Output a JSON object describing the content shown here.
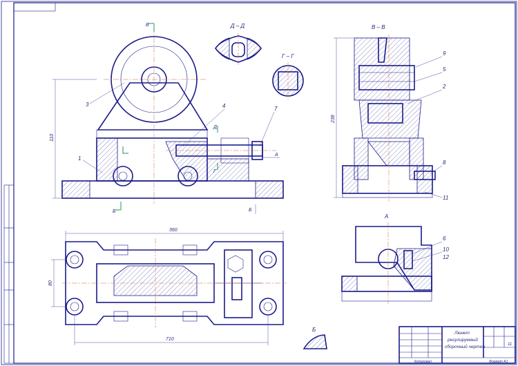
{
  "views": {
    "section_b_title": "В – В",
    "section_d_title": "Д – Д",
    "section_g_title": "Г – Г",
    "view_a_title": "А",
    "view_b_title": "Б"
  },
  "markers": {
    "cut_b_top": "В",
    "cut_b_bottom": "Б",
    "cut_d": "Д",
    "cut_g": "Г",
    "arrow_a": "А",
    "arrow_b": "Б"
  },
  "balloons": {
    "p1": "1",
    "p2": "2",
    "p3": "3",
    "p4": "4",
    "p5": "5",
    "p6": "6",
    "p7": "7",
    "p8": "8",
    "p9": "9",
    "p10": "10",
    "p11": "11",
    "p12": "12"
  },
  "dimensions": {
    "front_height": "110",
    "side_height": "238",
    "plan_width_top": "360",
    "plan_width_bottom": "710",
    "plan_height": "80"
  },
  "title_block": {
    "name_line1": "Люнет",
    "name_line2": "регулируемый",
    "name_line3": "сборочный чертеж",
    "sheet_no": "11",
    "footer": "Копировал",
    "format": "Формат А1"
  }
}
